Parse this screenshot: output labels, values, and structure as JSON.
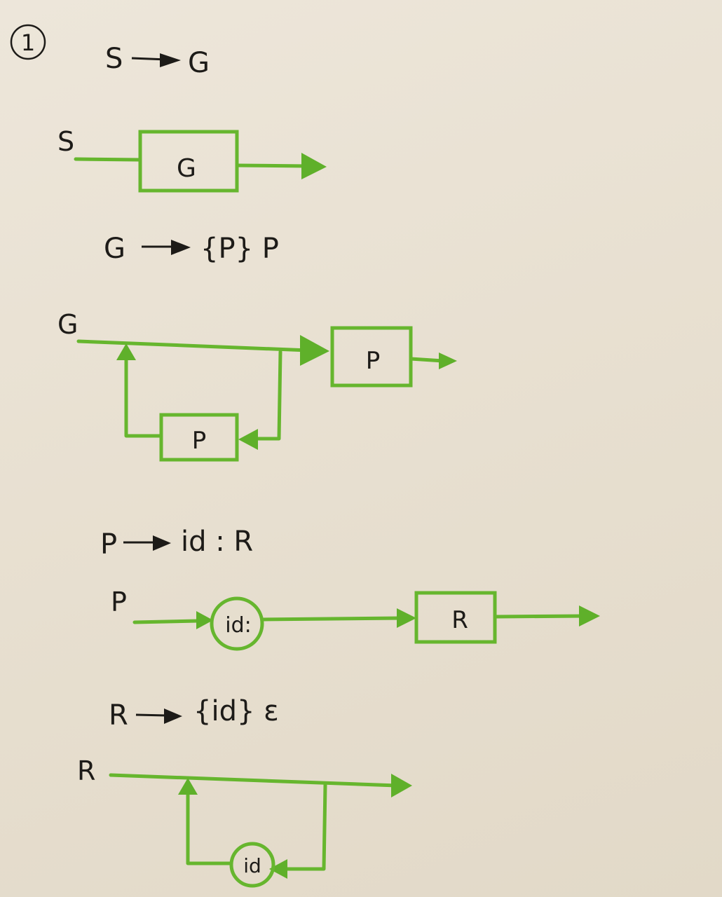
{
  "problem_number": "1",
  "colors": {
    "ink": "#1d1b18",
    "green": "#66b62e",
    "paper": "#ece5d8"
  },
  "rules": [
    {
      "lhs": "S",
      "rhs": "G"
    },
    {
      "lhs": "G",
      "rhs": "{P} P"
    },
    {
      "lhs": "P",
      "rhs": "id : R"
    },
    {
      "lhs": "R",
      "rhs": "{id} ε"
    }
  ],
  "diagrams": {
    "s": {
      "label": "S",
      "box": "G"
    },
    "g": {
      "label": "G",
      "loop_box": "P",
      "main_box": "P"
    },
    "p": {
      "label": "P",
      "terminal": "id:",
      "box": "R"
    },
    "r": {
      "label": "R",
      "terminal": "id"
    }
  }
}
